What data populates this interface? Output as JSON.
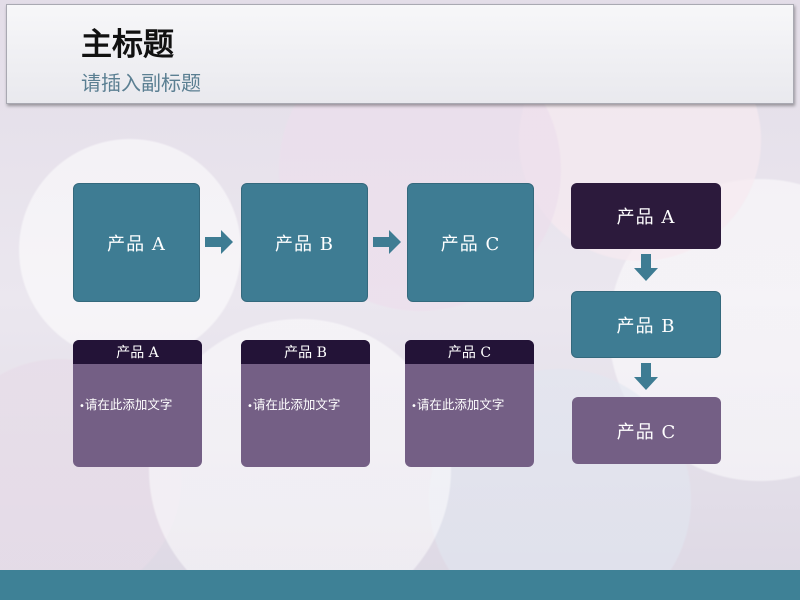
{
  "header": {
    "title": "主标题",
    "subtitle": "请插入副标题"
  },
  "flow_horizontal": {
    "boxes": [
      "产品 A",
      "产品 B",
      "产品 C"
    ]
  },
  "cards": [
    {
      "title": "产品 A",
      "text": "请在此添加文字"
    },
    {
      "title": "产品 B",
      "text": "请在此添加文字"
    },
    {
      "title": "产品 C",
      "text": "请在此添加文字"
    }
  ],
  "flow_vertical": {
    "boxes": [
      "产品 A",
      "产品 B",
      "产品 C"
    ]
  },
  "colors": {
    "teal": "#3e7c93",
    "purple": "#745f85",
    "dark_purple": "#2c1a3c",
    "footer": "#3e8196"
  },
  "icons": {
    "bullet": "•"
  }
}
